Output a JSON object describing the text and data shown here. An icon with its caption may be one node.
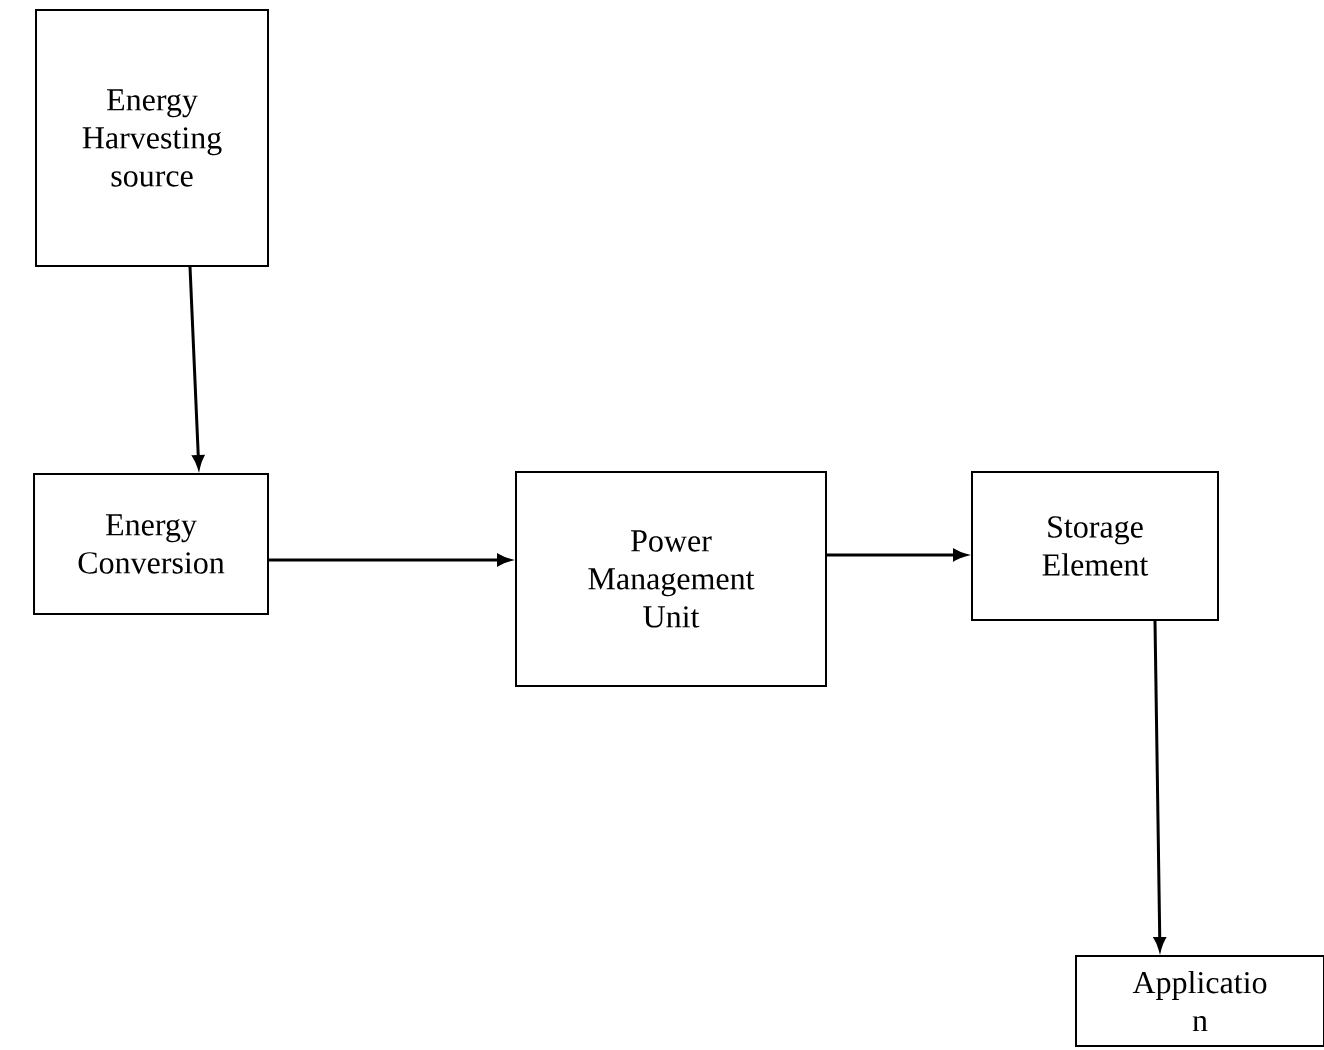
{
  "diagram": {
    "nodes": [
      {
        "text": [
          "Energy Harvesting source"
        ]
      },
      {
        "text": [
          "Energy Conversion"
        ]
      },
      {
        "text": [
          "Power Management Unit"
        ]
      },
      {
        "text": [
          "Storage Element"
        ]
      },
      {
        "text": [
          "Applicatio n"
        ]
      }
    ],
    "edges": [
      {
        "from": 0,
        "to": 1,
        "arrow": "to"
      },
      {
        "from": 1,
        "to": 2,
        "arrow": "to"
      },
      {
        "from": 2,
        "to": 3,
        "arrow": "to"
      },
      {
        "from": 3,
        "to": 4,
        "arrow": "to"
      }
    ]
  }
}
